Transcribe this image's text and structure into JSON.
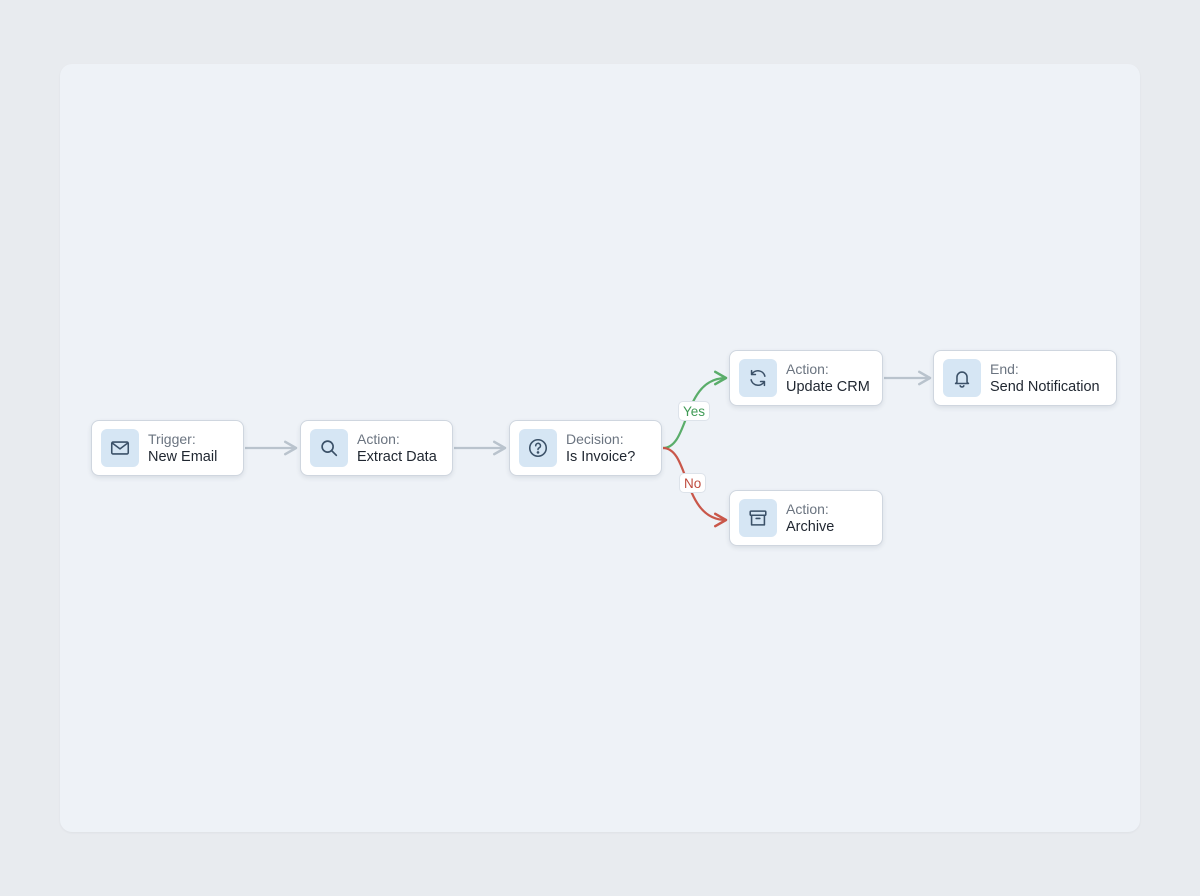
{
  "nodes": {
    "trigger": {
      "kind": "Trigger:",
      "label": "New Email",
      "icon": "mail-icon"
    },
    "extract": {
      "kind": "Action:",
      "label": "Extract Data",
      "icon": "search-icon"
    },
    "decision": {
      "kind": "Decision:",
      "label": "Is Invoice?",
      "icon": "help-circle-icon"
    },
    "update_crm": {
      "kind": "Action:",
      "label": "Update CRM",
      "icon": "refresh-icon"
    },
    "notify": {
      "kind": "End:",
      "label": "Send Notification",
      "icon": "bell-icon"
    },
    "archive": {
      "kind": "Action:",
      "label": "Archive",
      "icon": "archive-icon"
    }
  },
  "edges": [
    {
      "from": "trigger",
      "to": "extract"
    },
    {
      "from": "extract",
      "to": "decision"
    },
    {
      "from": "decision",
      "to": "update_crm",
      "label": "Yes"
    },
    {
      "from": "decision",
      "to": "archive",
      "label": "No"
    },
    {
      "from": "update_crm",
      "to": "notify"
    }
  ],
  "branch_labels": {
    "yes": "Yes",
    "no": "No"
  },
  "colors": {
    "yes": "#5aad6a",
    "no": "#c9574a",
    "connector": "#b9c3cd",
    "icon_stroke": "#3b5168",
    "icon_bg": "#d6e6f4"
  }
}
